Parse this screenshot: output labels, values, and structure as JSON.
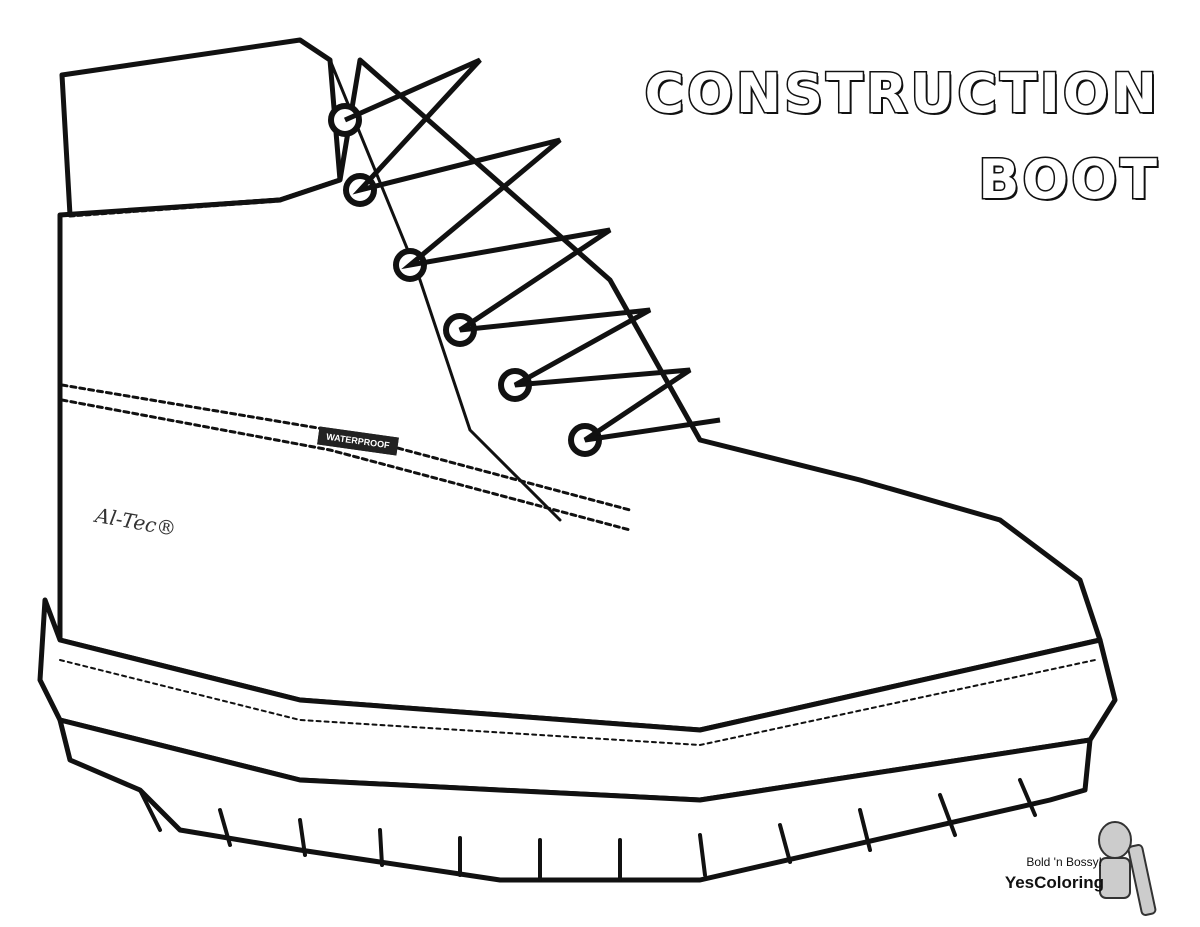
{
  "title": {
    "line1": "CONSTRUCTION",
    "line2": "BOOT"
  },
  "boot": {
    "tag_label": "WATERPROOF",
    "brand_mark": "Al-Tec®"
  },
  "watermark": {
    "tagline": "Bold 'n Bossy!",
    "site": "YesColoring"
  }
}
